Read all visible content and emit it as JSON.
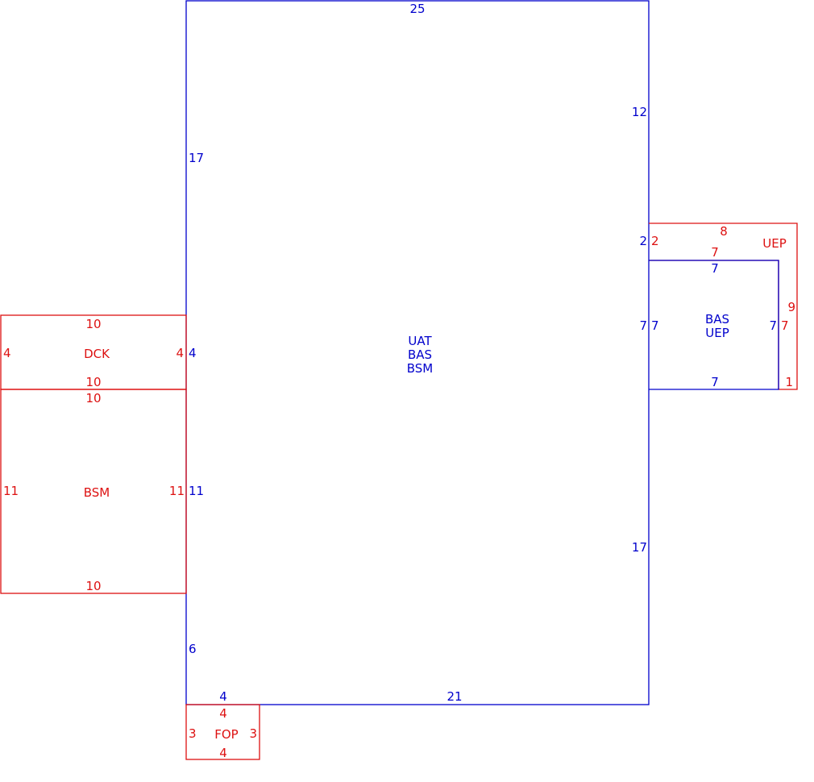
{
  "colors": {
    "blue": "#0000cc",
    "red": "#dd1111",
    "background": "#ffffff"
  },
  "main": {
    "labels": [
      "UAT",
      "BAS",
      "BSM"
    ],
    "top": "25",
    "right_upper": "12",
    "right_mid_a": "2",
    "right_mid_b": "7",
    "right_lower": "17",
    "left_upper": "17",
    "left_dck": "4",
    "left_bsm": "11",
    "left_lower": "6",
    "bottom_left": "4",
    "bottom": "21"
  },
  "dck": {
    "label": "DCK",
    "top": "10",
    "bottom": "10",
    "left": "4",
    "right": "4"
  },
  "bsm": {
    "label": "BSM",
    "top": "10",
    "bottom": "10",
    "left": "11",
    "right": "11"
  },
  "fop": {
    "label": "FOP",
    "top": "4",
    "bottom": "4",
    "left": "3",
    "right": "3"
  },
  "uep_outer": {
    "label": "UEP",
    "top": "8",
    "left": "2",
    "inner_top": "7",
    "inner_right": "7",
    "right": "9",
    "bottom": "1"
  },
  "bas_uep": {
    "labels": [
      "BAS",
      "UEP"
    ],
    "top": "7",
    "bottom": "7",
    "left": "7",
    "right": "7"
  }
}
